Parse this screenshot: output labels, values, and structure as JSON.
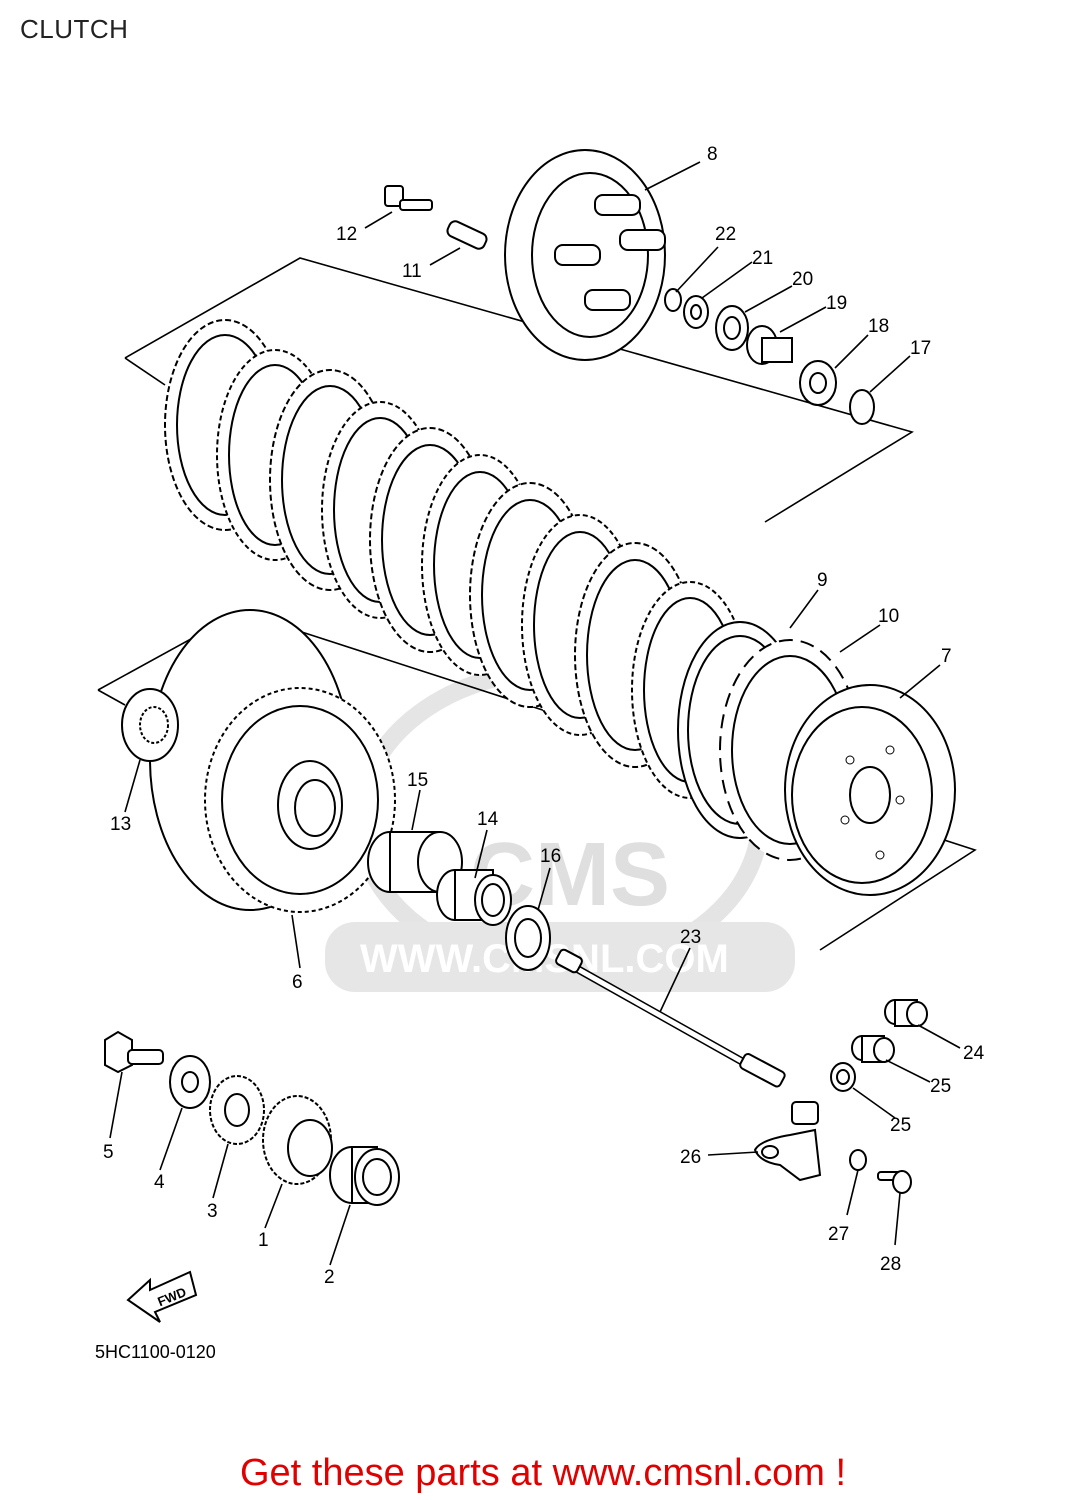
{
  "title": "CLUTCH",
  "watermark": {
    "brand": "CMS",
    "url": "WWW.CMSNL.COM"
  },
  "fwd_label": "FWD",
  "diagram_code": "5HC1100-0120",
  "footer": "Get these parts at www.cmsnl.com !",
  "colors": {
    "footer": "#e00000",
    "title": "#222222",
    "line": "#000000",
    "watermark": "#dcdcdc"
  },
  "callouts": [
    "1",
    "2",
    "3",
    "4",
    "5",
    "6",
    "7",
    "8",
    "9",
    "10",
    "11",
    "12",
    "13",
    "14",
    "15",
    "16",
    "17",
    "18",
    "19",
    "20",
    "21",
    "22",
    "23",
    "24",
    "25",
    "25",
    "26",
    "27",
    "28"
  ]
}
